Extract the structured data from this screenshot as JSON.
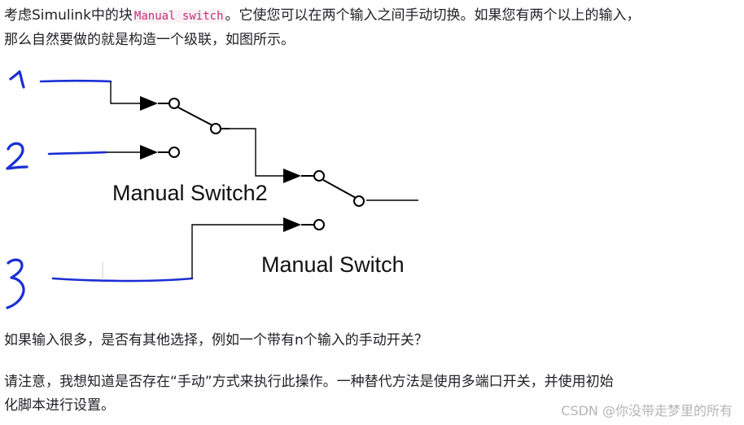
{
  "paragraphs": {
    "intro_before": "考虑Simulink中的块",
    "intro_code": "Manual switch",
    "intro_after_line1": "。它使您可以在两个输入之间手动切换。如果您有两个以上的输入，",
    "intro_line2": "那么自然要做的就是构造一个级联，如图所示。",
    "question": "如果输入很多，是否有其他选择，例如一个带有n个输入的手动开关？",
    "note_line1": "请注意，我想知道是否存在“手动”方式来执行此操作。一种替代方法是使用多端口开关，并使用初始",
    "note_line2": "化脚本进行设置。"
  },
  "diagram": {
    "handwritten_labels": [
      "1",
      "2",
      "3"
    ],
    "switch_labels": {
      "inner": "Manual Switch2",
      "outer": "Manual Switch"
    },
    "colors": {
      "pen_blue": "#1a2fd4",
      "line_black": "#000000"
    }
  },
  "watermark": "CSDN @你没带走梦里的所有"
}
